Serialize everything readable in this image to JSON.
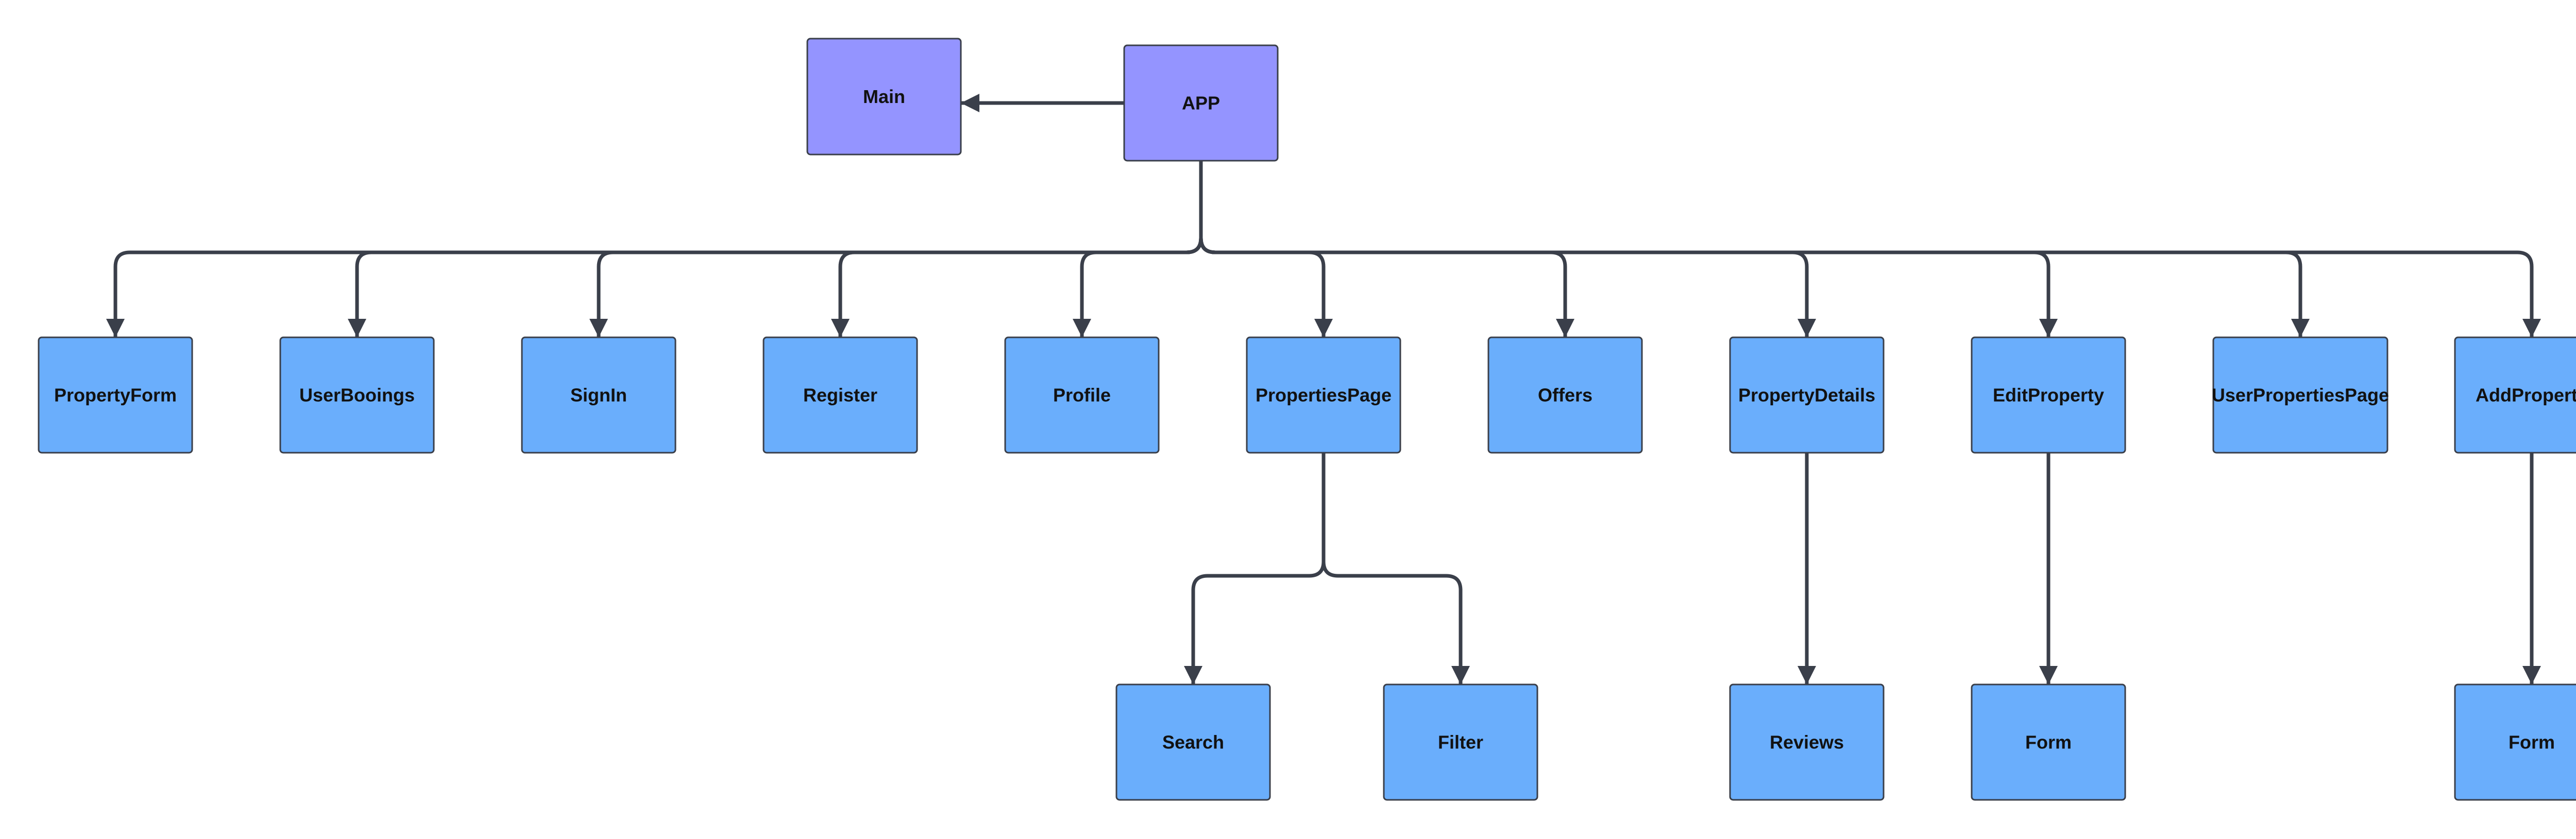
{
  "colors": {
    "root_fill": "#9494ff",
    "child_fill": "#6aaefc",
    "node_stroke": "#3a3f4a",
    "connector": "#3a3f4a",
    "background": "#ffffff"
  },
  "nodes": {
    "main": "Main",
    "app": "APP",
    "property_form": "PropertyForm",
    "user_booings": "UserBooings",
    "sign_in": "SignIn",
    "register": "Register",
    "profile": "Profile",
    "properties_page": "PropertiesPage",
    "offers": "Offers",
    "property_details": "PropertyDetails",
    "edit_property": "EditProperty",
    "user_properties_page": "UserPropertiesPage",
    "add_property": "AddProperty",
    "search": "Search",
    "filter": "Filter",
    "reviews": "Reviews",
    "edit_form": "Form",
    "add_form": "Form"
  },
  "edges": [
    {
      "from": "app",
      "to": "main"
    },
    {
      "from": "app",
      "to": "property_form"
    },
    {
      "from": "app",
      "to": "user_booings"
    },
    {
      "from": "app",
      "to": "sign_in"
    },
    {
      "from": "app",
      "to": "register"
    },
    {
      "from": "app",
      "to": "profile"
    },
    {
      "from": "app",
      "to": "properties_page"
    },
    {
      "from": "app",
      "to": "offers"
    },
    {
      "from": "app",
      "to": "property_details"
    },
    {
      "from": "app",
      "to": "edit_property"
    },
    {
      "from": "app",
      "to": "user_properties_page"
    },
    {
      "from": "app",
      "to": "add_property"
    },
    {
      "from": "properties_page",
      "to": "search"
    },
    {
      "from": "properties_page",
      "to": "filter"
    },
    {
      "from": "property_details",
      "to": "reviews"
    },
    {
      "from": "edit_property",
      "to": "edit_form"
    },
    {
      "from": "add_property",
      "to": "add_form"
    }
  ]
}
